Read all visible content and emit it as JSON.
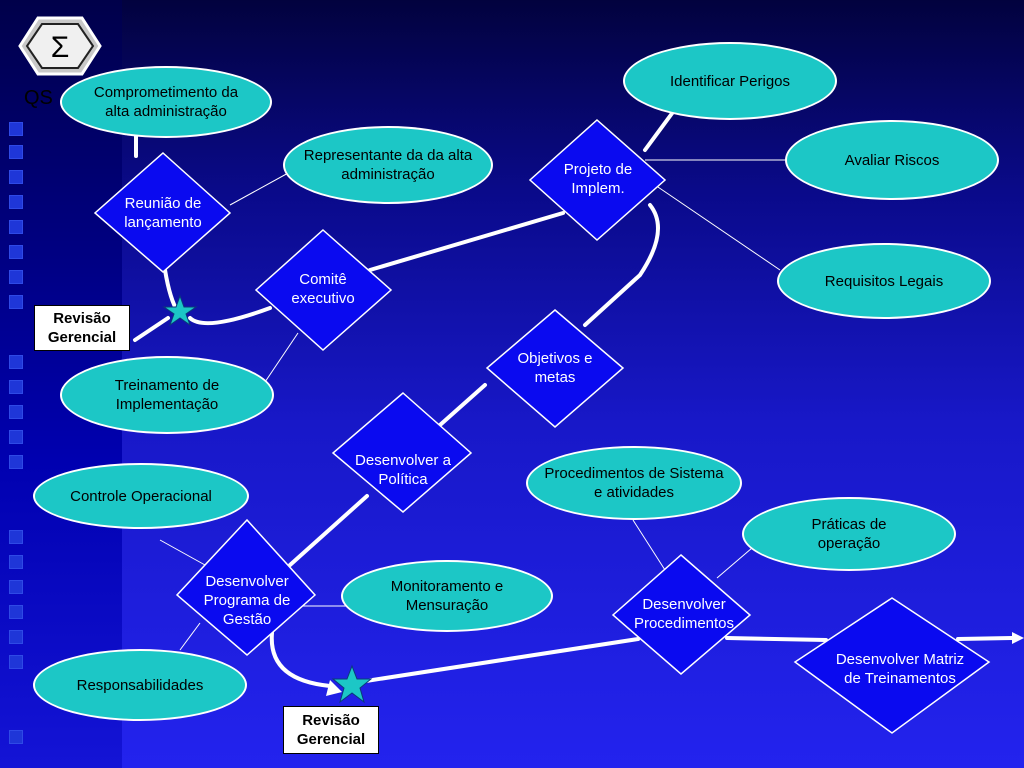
{
  "logo": {
    "symbol": "Σ",
    "text": "QS"
  },
  "ellipses": {
    "comprometimento": "Comprometimento da alta administração",
    "representante": "Representante da da alta administração",
    "identificar": "Identificar Perigos",
    "avaliar": "Avaliar Riscos",
    "requisitos": "Requisitos Legais",
    "treinamento": "Treinamento de Implementação",
    "controle": "Controle Operacional",
    "procedimentos_sistema": "Procedimentos de Sistema e atividades",
    "praticas": "Práticas de operação",
    "monitoramento": "Monitoramento e Mensuração",
    "responsabilidades": "Responsabilidades"
  },
  "diamonds": {
    "reuniao": "Reunião de lançamento",
    "comite": "Comitê executivo",
    "projeto": "Projeto de Implem.",
    "objetivos": "Objetivos e metas",
    "politica": "Desenvolver a Política",
    "programa": "Desenvolver Programa de Gestão",
    "procedimentos": "Desenvolver Procedimentos",
    "matriz": "Desenvolver Matriz de Treinamentos"
  },
  "boxes": {
    "revisao_top": "Revisão Gerencial",
    "revisao_bottom": "Revisão Gerencial"
  },
  "colors": {
    "ellipse_fill": "#1cc7c6",
    "diamond_fill": "#0a0af0",
    "background": "#1818c8",
    "star": "#1cc7c6"
  }
}
